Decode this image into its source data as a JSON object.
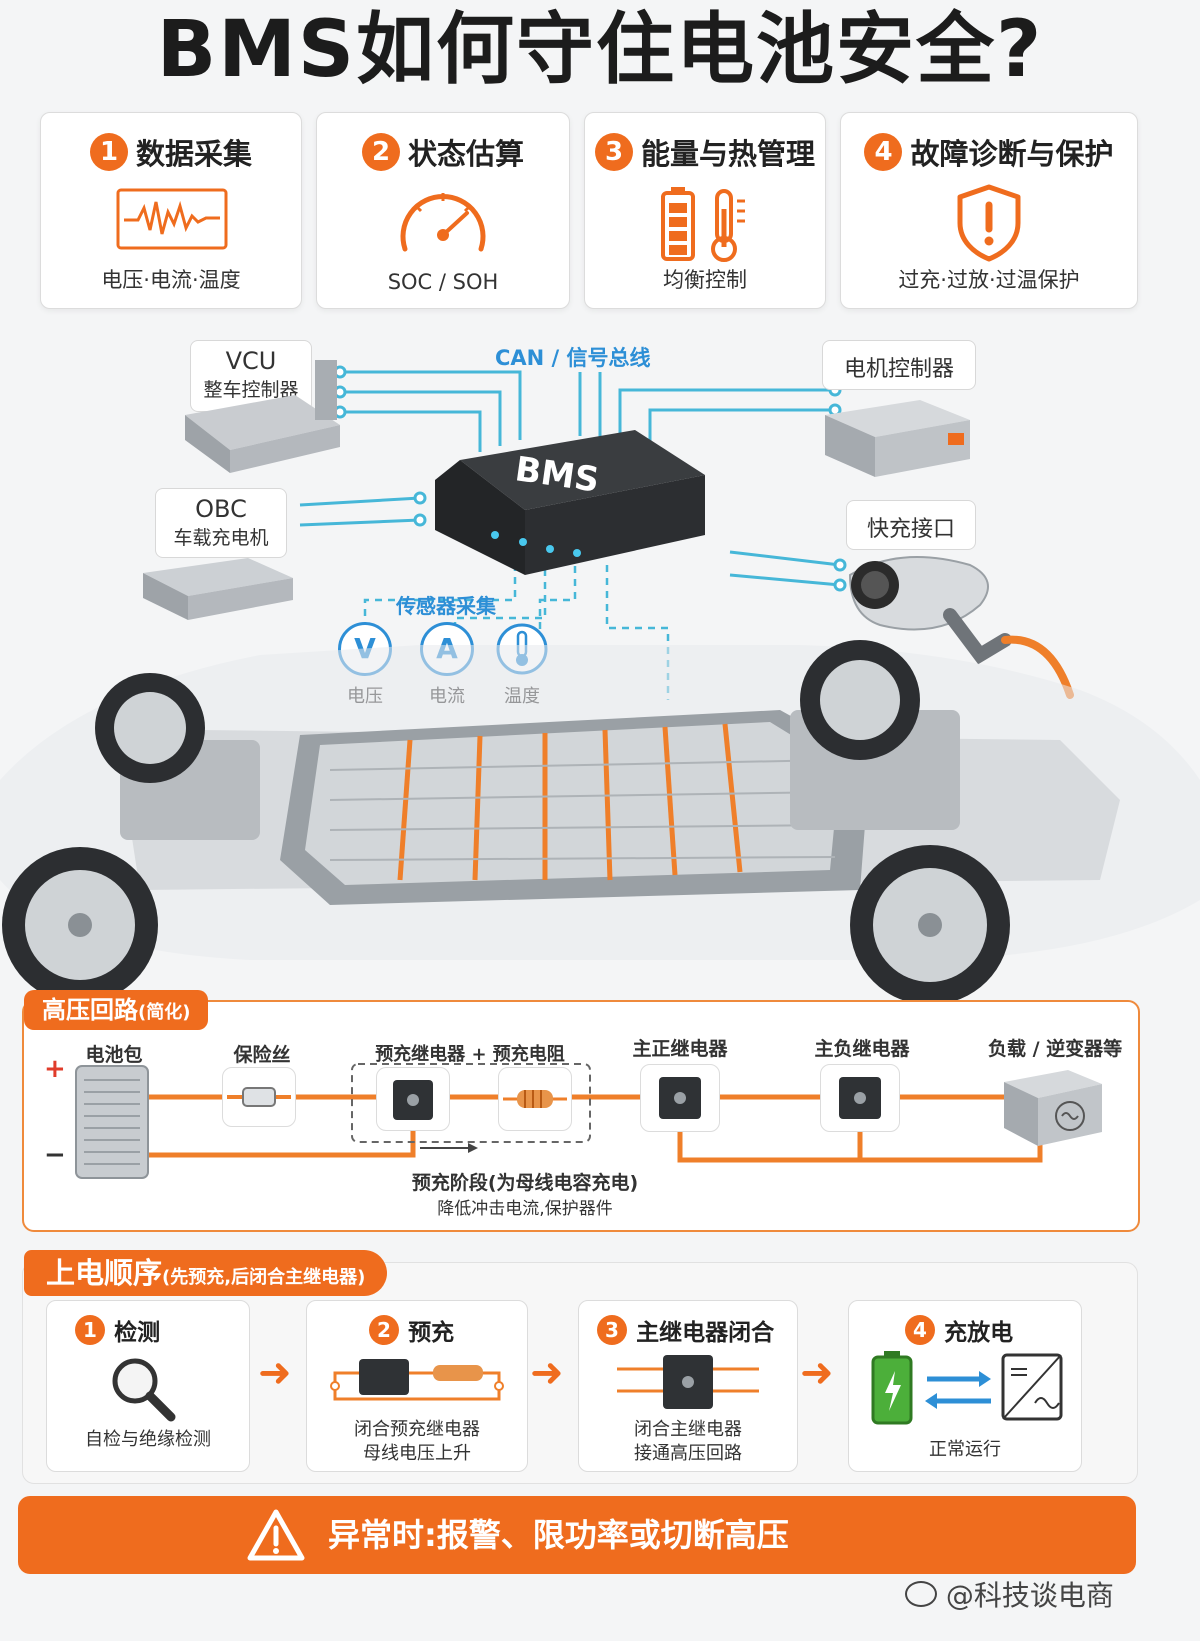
{
  "title": "BMS如何守住电池安全?",
  "functions": [
    {
      "num": "1",
      "label": "数据采集",
      "sub": "电压·电流·温度"
    },
    {
      "num": "2",
      "label": "状态估算",
      "sub": "SOC / SOH"
    },
    {
      "num": "3",
      "label": "能量与热管理",
      "sub": "均衡控制"
    },
    {
      "num": "4",
      "label": "故障诊断与保护",
      "sub": "过充·过放·过温保护"
    }
  ],
  "system": {
    "can_label": "CAN / 信号总线",
    "vcu_title": "VCU",
    "vcu_sub": "整车控制器",
    "obc_title": "OBC",
    "obc_sub": "车载充电机",
    "motor_ctrl": "电机控制器",
    "fast_charge": "快充接口",
    "bms_label": "BMS",
    "sensor_label": "传感器采集",
    "sensors": [
      {
        "symbol": "V",
        "label": "电压"
      },
      {
        "symbol": "A",
        "label": "电流"
      },
      {
        "symbol": "",
        "label": "温度"
      }
    ]
  },
  "hv_circuit": {
    "tab_title": "高压回路",
    "tab_note": "(简化)",
    "battery": "电池包",
    "plus": "+",
    "minus": "−",
    "fuse": "保险丝",
    "precharge_group": "预充继电器 + 预充电阻",
    "main_pos": "主正继电器",
    "main_neg": "主负继电器",
    "load": "负载 / 逆变器等",
    "note_title": "预充阶段(为母线电容充电)",
    "note_sub": "降低冲击电流,保护器件"
  },
  "power_on": {
    "tab_title": "上电顺序",
    "tab_note": "(先预充,后闭合主继电器)",
    "steps": [
      {
        "num": "1",
        "title": "检测",
        "desc1": "自检与绝缘检测",
        "desc2": ""
      },
      {
        "num": "2",
        "title": "预充",
        "desc1": "闭合预充继电器",
        "desc2": "母线电压上升"
      },
      {
        "num": "3",
        "title": "主继电器闭合",
        "desc1": "闭合主继电器",
        "desc2": "接通高压回路"
      },
      {
        "num": "4",
        "title": "充放电",
        "desc1": "正常运行",
        "desc2": ""
      }
    ]
  },
  "warning": "异常时:报警、限功率或切断高压",
  "watermark": "@科技谈电商",
  "colors": {
    "accent": "#ef6c1e",
    "signal": "#2d8fd6",
    "battery_green": "#4caf3a"
  }
}
